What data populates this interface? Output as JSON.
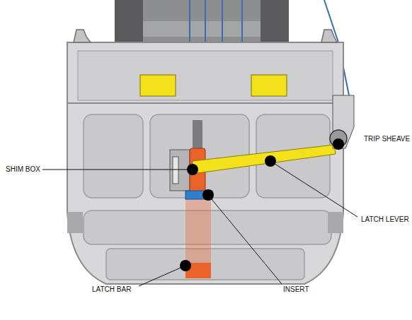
{
  "diagram": {
    "labels": [
      "TRIP SHEAVE",
      "SHIM BOX",
      "LATCH LEVER",
      "LATCH BAR",
      "INSERT"
    ]
  }
}
